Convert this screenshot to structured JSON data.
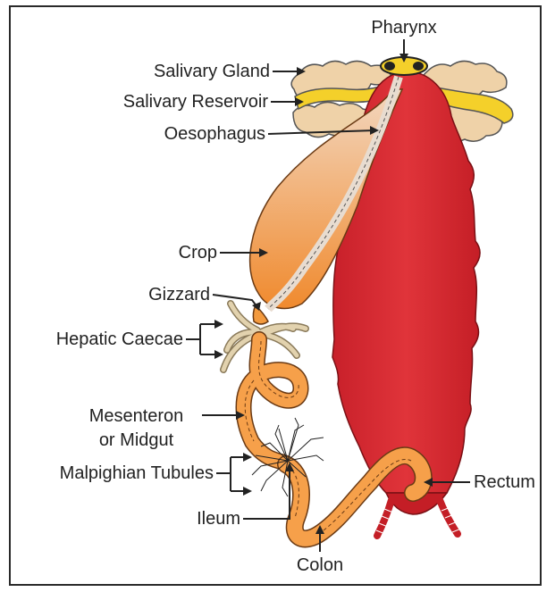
{
  "labels": {
    "pharynx": "Pharynx",
    "salivary_gland": "Salivary Gland",
    "salivary_reservoir": "Salivary Reservoir",
    "oesophagus": "Oesophagus",
    "crop": "Crop",
    "gizzard": "Gizzard",
    "hepatic_caecae": "Hepatic Caecae",
    "mesenteron_line1": "Mesenteron",
    "mesenteron_line2": "or Midgut",
    "malpighian_tubules": "Malpighian Tubules",
    "ileum": "Ileum",
    "colon": "Colon",
    "rectum": "Rectum"
  },
  "colors": {
    "body_red": "#d0242a",
    "body_dark": "#b01c22",
    "gut_orange": "#f6a04a",
    "gut_light": "#f5b877",
    "salivary_gland": "#efd2a8",
    "salivary_reservoir": "#f4d02a",
    "caecae": "#d8c6a0",
    "outline": "#333333"
  }
}
